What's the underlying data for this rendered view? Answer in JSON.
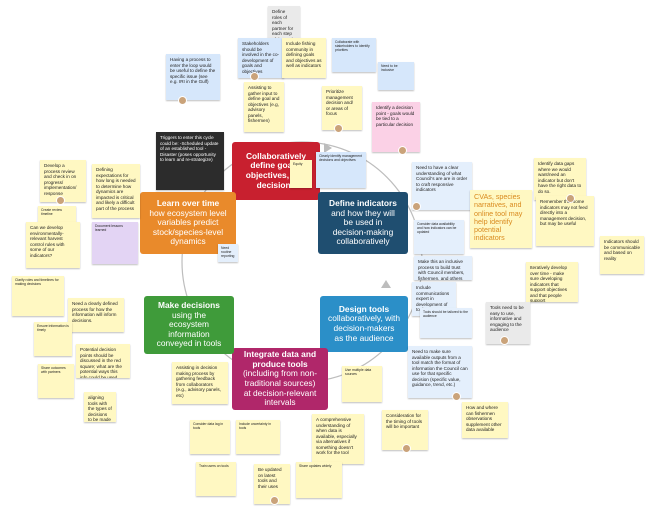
{
  "hubs": {
    "collab": {
      "title": "Collaboratively define goals, objectives, and decisions",
      "color": "#c8202f"
    },
    "indicators": {
      "title": "Define indicators",
      "body": "and how they will be used in decision-making collaboratively",
      "color": "#1f4e70"
    },
    "tools": {
      "title": "Design tools",
      "body": "collaboratively, with decision-makers as the audience",
      "color": "#2b8fc8"
    },
    "integrate": {
      "title": "Integrate data and produce tools",
      "body": "(including from non-traditional sources) at decision-relevant intervals",
      "color": "#b0276a"
    },
    "decisions": {
      "title": "Make decisions",
      "body": "using the ecosystem information conveyed in tools",
      "color": "#3f9b3a"
    },
    "learn": {
      "title": "Learn over time",
      "body": "how ecosystem level variables predict stock/species-level dynamics",
      "color": "#e98a2b"
    }
  },
  "notes": {
    "n1": "Define roles of each partner for each step of the cycle",
    "n2": "Stakeholders should be involved in the co-development of goals and objectives",
    "n3": "Include fishing community in defining goals and objectives as well as indicators",
    "n4": "Having a process to enter the loop would be useful to define the specific issue (see e.g. IRI in the Gulf)",
    "n5": "Triggers to enter this cycle could be: -Scheduled update of an established tool -Disaster (poses opportunity to learn and re-strategize)",
    "n6": "Assisting to gather input to define goal and objectives (e.g, advisory panels, fishermen)",
    "n7": "Prioritize management decision and/ or areas of focus",
    "n8": "Identify a decision point - goals would be tied to a particular decision",
    "n9": "Identify data gaps where we would want/need an indicator but don't have the right data to do so.",
    "n10": "Develop a process review and check in on progress/ implementation/ response",
    "n11": "Defining expectations for how long is needed to determine how dynamics are impacted is critical and likely a difficult part of the process",
    "n12": "Need to have a clear understanding of what Council's are are in order to craft responsive indicators",
    "n13": "CVAs, species narratives, and online tool may help identify potential indicators",
    "n14": "Remember that some indicators may not feed directly into a management decision, but may be useful",
    "n15": "Indicators should be communicable and based on reality",
    "n16": "Can we develop environmentally-relevant harvest control rules with some of our indicators?",
    "n17": "Make this an inclusive process to build trust with Council members, fishermen, and others",
    "n18": "Iteratively develop over time - make sure developing indicators that support objectives and that people support",
    "n19": "Need a clearly defined process for how the information will inform decisions.",
    "n20": "Include communications expert in development of tools",
    "n21": "Tools need to be easy to use, informative and engaging to the audience",
    "n22": "Potential decision points should be discussed in the red square; what are the potential ways this info could be used",
    "n23": "Assisting in decision making process by gathering feedback from collaborators (e.g., advisory panels, etc)",
    "n24": "Need to make sure available outputs from a tool match the format of information the Council can use for that specific decision (specific value, guidance, trend, etc.)",
    "n25": "Consideration for the timing of tools will be important",
    "n26": "How and where can fishermen observations supplement other data available",
    "n27": "A comprehensive understanding of when data is available, especially via alternatives if something doesn't work for the tool",
    "n28": "Be updated on latest tools and their uses",
    "n29": "aligning tools with the types of decisions to be made",
    "n30": "Need routine reporting"
  }
}
